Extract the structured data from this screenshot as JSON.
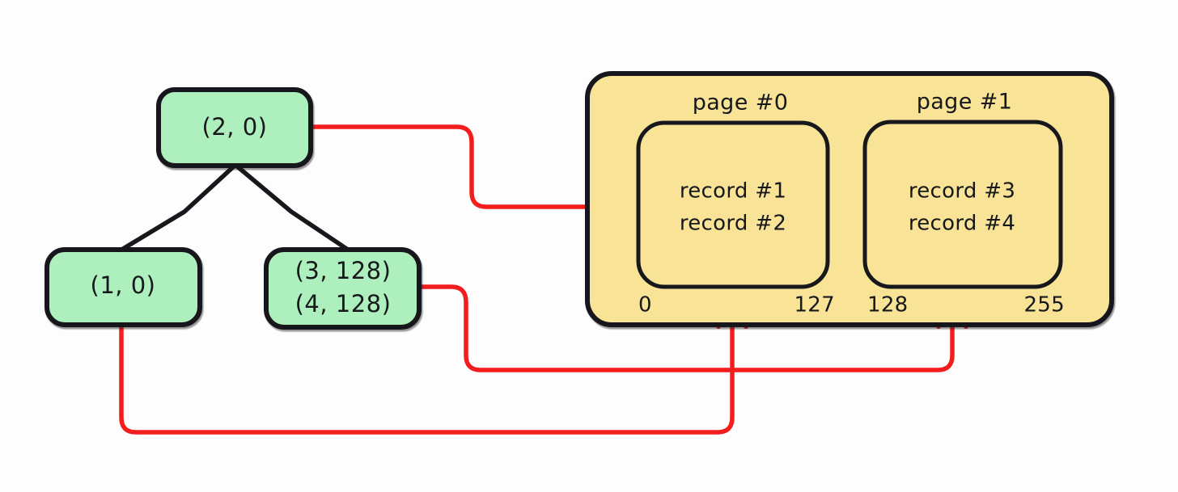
{
  "diagram": {
    "title": "B-tree index nodes mapping to heap file pages",
    "background_color": "#fdfdfd",
    "stroke_color": "#16181c",
    "node_fill": "#aef0bd",
    "page_fill": "#f8e396",
    "pointer_color": "#f41d1d"
  },
  "tree": {
    "root": {
      "label": "(2, 0)",
      "name": "root-node"
    },
    "leaves": [
      {
        "name": "leaf-node-left",
        "lines": [
          "(1, 0)"
        ]
      },
      {
        "name": "leaf-node-right",
        "lines": [
          "(3, 128)",
          "(4, 128)"
        ]
      }
    ]
  },
  "heap_file": {
    "name": "heap-file-container",
    "pages": [
      {
        "name": "page-0",
        "label": "page #0",
        "records": [
          "record #1",
          "record #2"
        ],
        "offset_start": "0",
        "offset_end": "127"
      },
      {
        "name": "page-1",
        "label": "page #1",
        "records": [
          "record #3",
          "record #4"
        ],
        "offset_start": "128",
        "offset_end": "255"
      }
    ]
  },
  "pointers": [
    {
      "name": "pointer-root-to-page-0",
      "from": "(2, 0)",
      "to": "page #0",
      "direction": "right"
    },
    {
      "name": "pointer-leaf-left-to-page-0",
      "from": "(1, 0)",
      "to": "page #0 offset 0",
      "direction": "up"
    },
    {
      "name": "pointer-leaf-right-to-page-1",
      "from": "(3, 128)",
      "to": "page #1 offset 128",
      "direction": "up"
    }
  ]
}
